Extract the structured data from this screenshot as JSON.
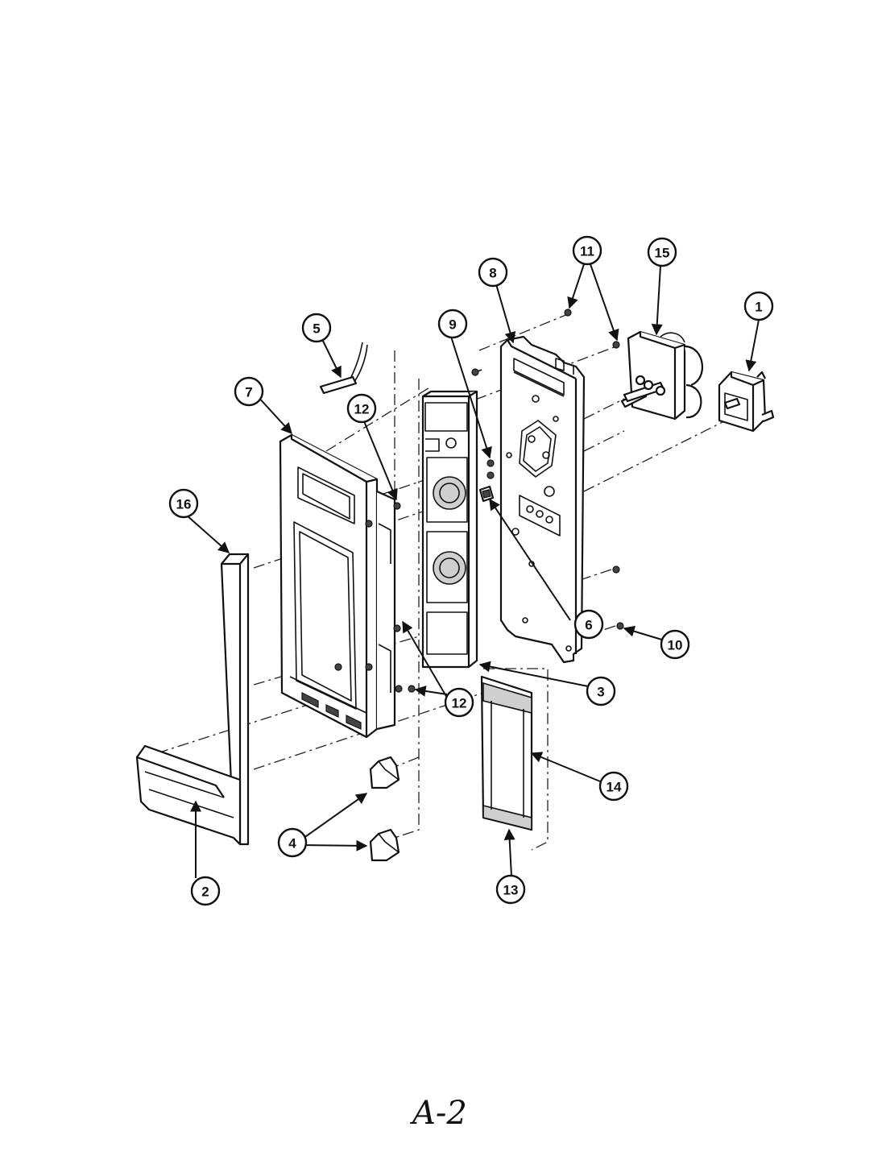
{
  "page": {
    "label": "A-2"
  },
  "callouts": [
    {
      "number": "1"
    },
    {
      "number": "2"
    },
    {
      "number": "3"
    },
    {
      "number": "4"
    },
    {
      "number": "5"
    },
    {
      "number": "6"
    },
    {
      "number": "7"
    },
    {
      "number": "8"
    },
    {
      "number": "9"
    },
    {
      "number": "10"
    },
    {
      "number": "11"
    },
    {
      "number": "12"
    },
    {
      "number": "12"
    },
    {
      "number": "13"
    },
    {
      "number": "14"
    },
    {
      "number": "15"
    },
    {
      "number": "16"
    }
  ]
}
